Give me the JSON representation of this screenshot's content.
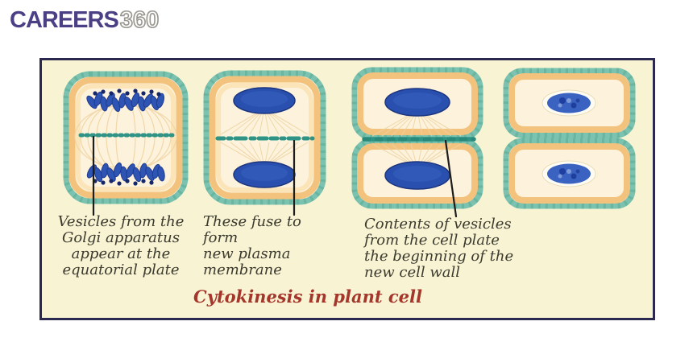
{
  "logo": {
    "brand": "CAREERS",
    "suffix": "360"
  },
  "panel": {
    "caption": "Cytokinesis in plant cell",
    "labels": {
      "stage1": "Vesicles from the\nGolgi apparatus\nappear at the\nequatorial plate",
      "stage2": "These fuse to form\nnew plasma\nmembrane",
      "stage3": "Contents of vesicles\nfrom the cell plate\nthe beginning of the\nnew cell wall"
    },
    "colors": {
      "panel_border": "#2b2950",
      "panel_background": "#f8f3d3",
      "cell_wall_teal": "#7cc2b0",
      "cell_wall_orange": "#f2c078",
      "cell_plate_teal": "#2f9486",
      "nucleus_blue": "#2950ae",
      "spindle_fiber": "#f1d4a3",
      "caption_red": "#a5362b",
      "label_text": "#3b3a2e",
      "logo_purple": "#4b3f86"
    }
  }
}
